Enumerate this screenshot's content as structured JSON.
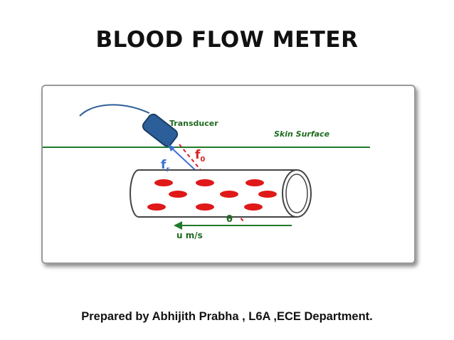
{
  "slide": {
    "title": "BLOOD FLOW METER",
    "footer": "Prepared by Abhijith Prabha , L6A ,ECE Department."
  },
  "diagram": {
    "labels": {
      "transducer": "Transducer",
      "skin_surface": "Skin Surface",
      "f0": "f",
      "f0_sub": "0",
      "fr": "f",
      "fr_sub": "r",
      "theta": "θ",
      "velocity": "u m/s"
    },
    "colors": {
      "transducer_body": "#2c5f9a",
      "skin_line": "#1f7a2a",
      "beam_incident": "#d82020",
      "beam_reflected": "#3a6fd0",
      "blood_cells": "#e01818",
      "flow_arrow": "#1f7a2a",
      "label_text": "#1f6a20",
      "f_labels": "#d82020"
    }
  }
}
